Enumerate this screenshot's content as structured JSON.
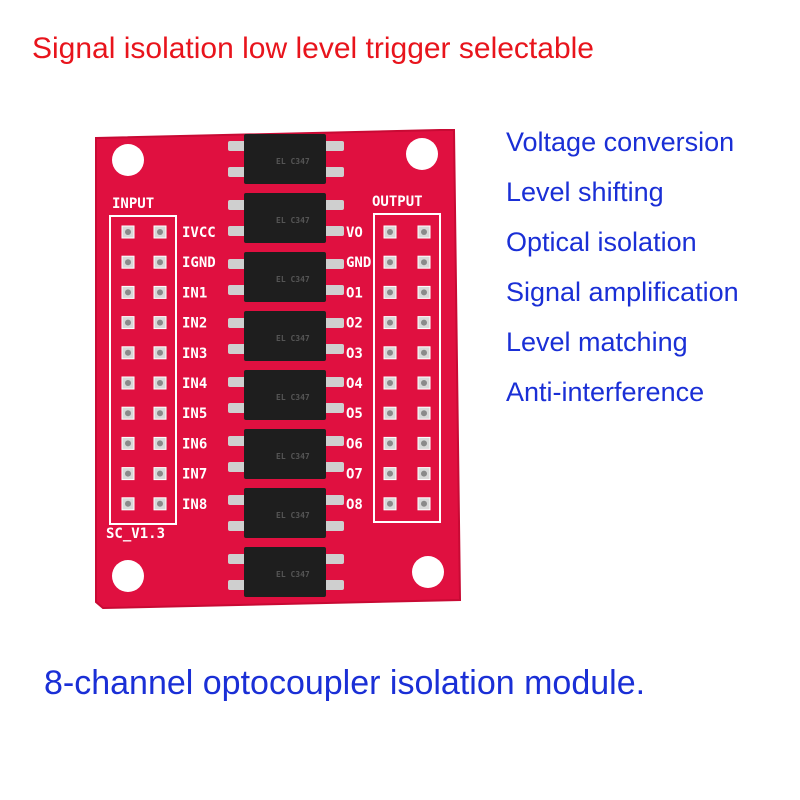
{
  "headline": "Signal isolation low level trigger selectable",
  "features": [
    "Voltage conversion",
    "Level shifting",
    "Optical isolation",
    "Signal amplification",
    "Level matching",
    "Anti-interference"
  ],
  "caption": "8-channel optocoupler isolation module.",
  "board": {
    "input_header": "INPUT",
    "output_header": "OUTPUT",
    "left_labels": [
      "IVCC",
      "IGND",
      "IN1",
      "IN2",
      "IN3",
      "IN4",
      "IN5",
      "IN6",
      "IN7",
      "IN8"
    ],
    "right_labels": [
      "VO",
      "GND",
      "O1",
      "O2",
      "O3",
      "O4",
      "O5",
      "O6",
      "O7",
      "O8"
    ],
    "version": "SC_V1.3",
    "chip_marking": "EL C347",
    "colors": {
      "pcb": "#e01040",
      "silkscreen": "#ffffff",
      "chip": "#1e1e1e"
    }
  }
}
